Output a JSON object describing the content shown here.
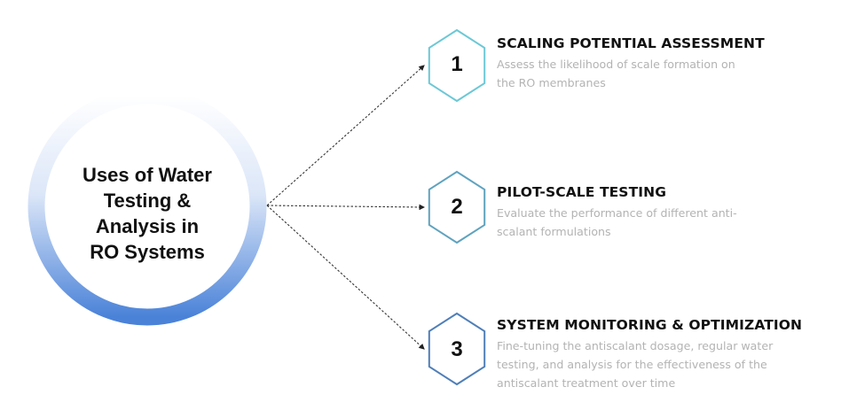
{
  "center": {
    "title_lines": [
      "Uses of Water",
      "Testing &",
      "Analysis in",
      "RO Systems"
    ],
    "ring_colors": {
      "top": "#ffffff",
      "bottom": "#4a82d8"
    }
  },
  "items": [
    {
      "number": "1",
      "title": "SCALING POTENTIAL ASSESSMENT",
      "desc_lines": [
        "Assess the likelihood of scale formation on",
        "the RO membranes"
      ],
      "color": "#6cc8d6"
    },
    {
      "number": "2",
      "title": "PILOT-SCALE TESTING",
      "desc_lines": [
        "Evaluate the performance of different anti-",
        "scalant formulations"
      ],
      "color": "#5fa3bf"
    },
    {
      "number": "3",
      "title": "SYSTEM MONITORING & OPTIMIZATION",
      "desc_lines": [
        "Fine-tuning the antiscalant dosage, regular water",
        "testing, and analysis for the effectiveness of the",
        "antiscalant treatment over time"
      ],
      "color": "#4f7fb8"
    }
  ]
}
